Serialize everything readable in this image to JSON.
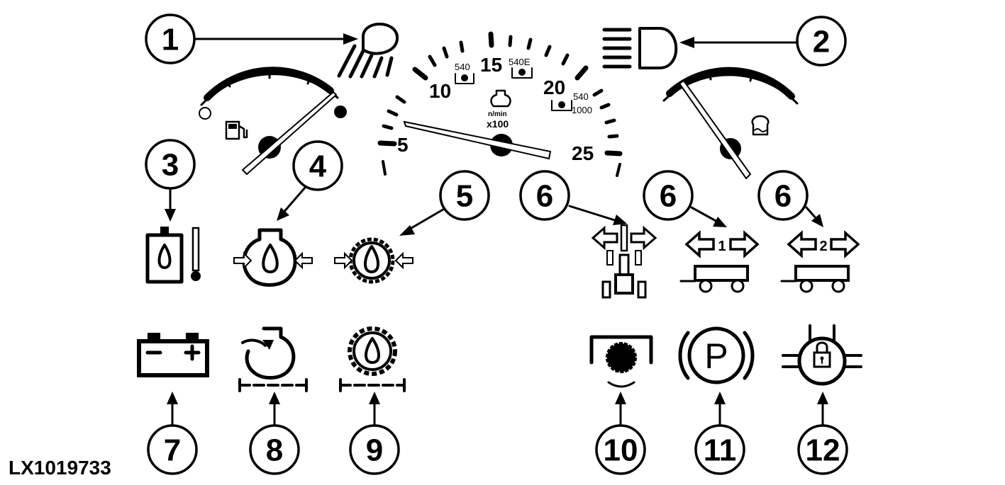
{
  "figure_code": "LX1019733",
  "callouts": [
    "1",
    "2",
    "3",
    "4",
    "5",
    "6",
    "6",
    "6",
    "7",
    "8",
    "9",
    "10",
    "11",
    "12"
  ],
  "tachometer": {
    "labels": [
      "5",
      "10",
      "15",
      "20",
      "25"
    ],
    "pto_540": "540",
    "pto_540e": "540E",
    "pto_540b": "540",
    "pto_1000": "1000",
    "unit": "n/min",
    "multiplier": "x100"
  },
  "turn_signal_labels": [
    "1",
    "2"
  ],
  "parking_brake_letter": "P",
  "colors": {
    "ink": "#000000",
    "background": "#ffffff"
  },
  "icons": [
    "headlight-low-beam-icon",
    "headlight-high-beam-icon",
    "fuel-gauge-icon",
    "coolant-temp-gauge-icon",
    "transmission-oil-temp-icon",
    "engine-oil-pressure-icon",
    "transmission-oil-pressure-icon",
    "tractor-turn-signal-icon",
    "trailer-1-turn-signal-icon",
    "trailer-2-turn-signal-icon",
    "battery-charge-icon",
    "air-filter-restriction-icon",
    "transmission-oil-filter-icon",
    "pto-engaged-icon",
    "parking-brake-icon",
    "differential-lock-icon"
  ]
}
